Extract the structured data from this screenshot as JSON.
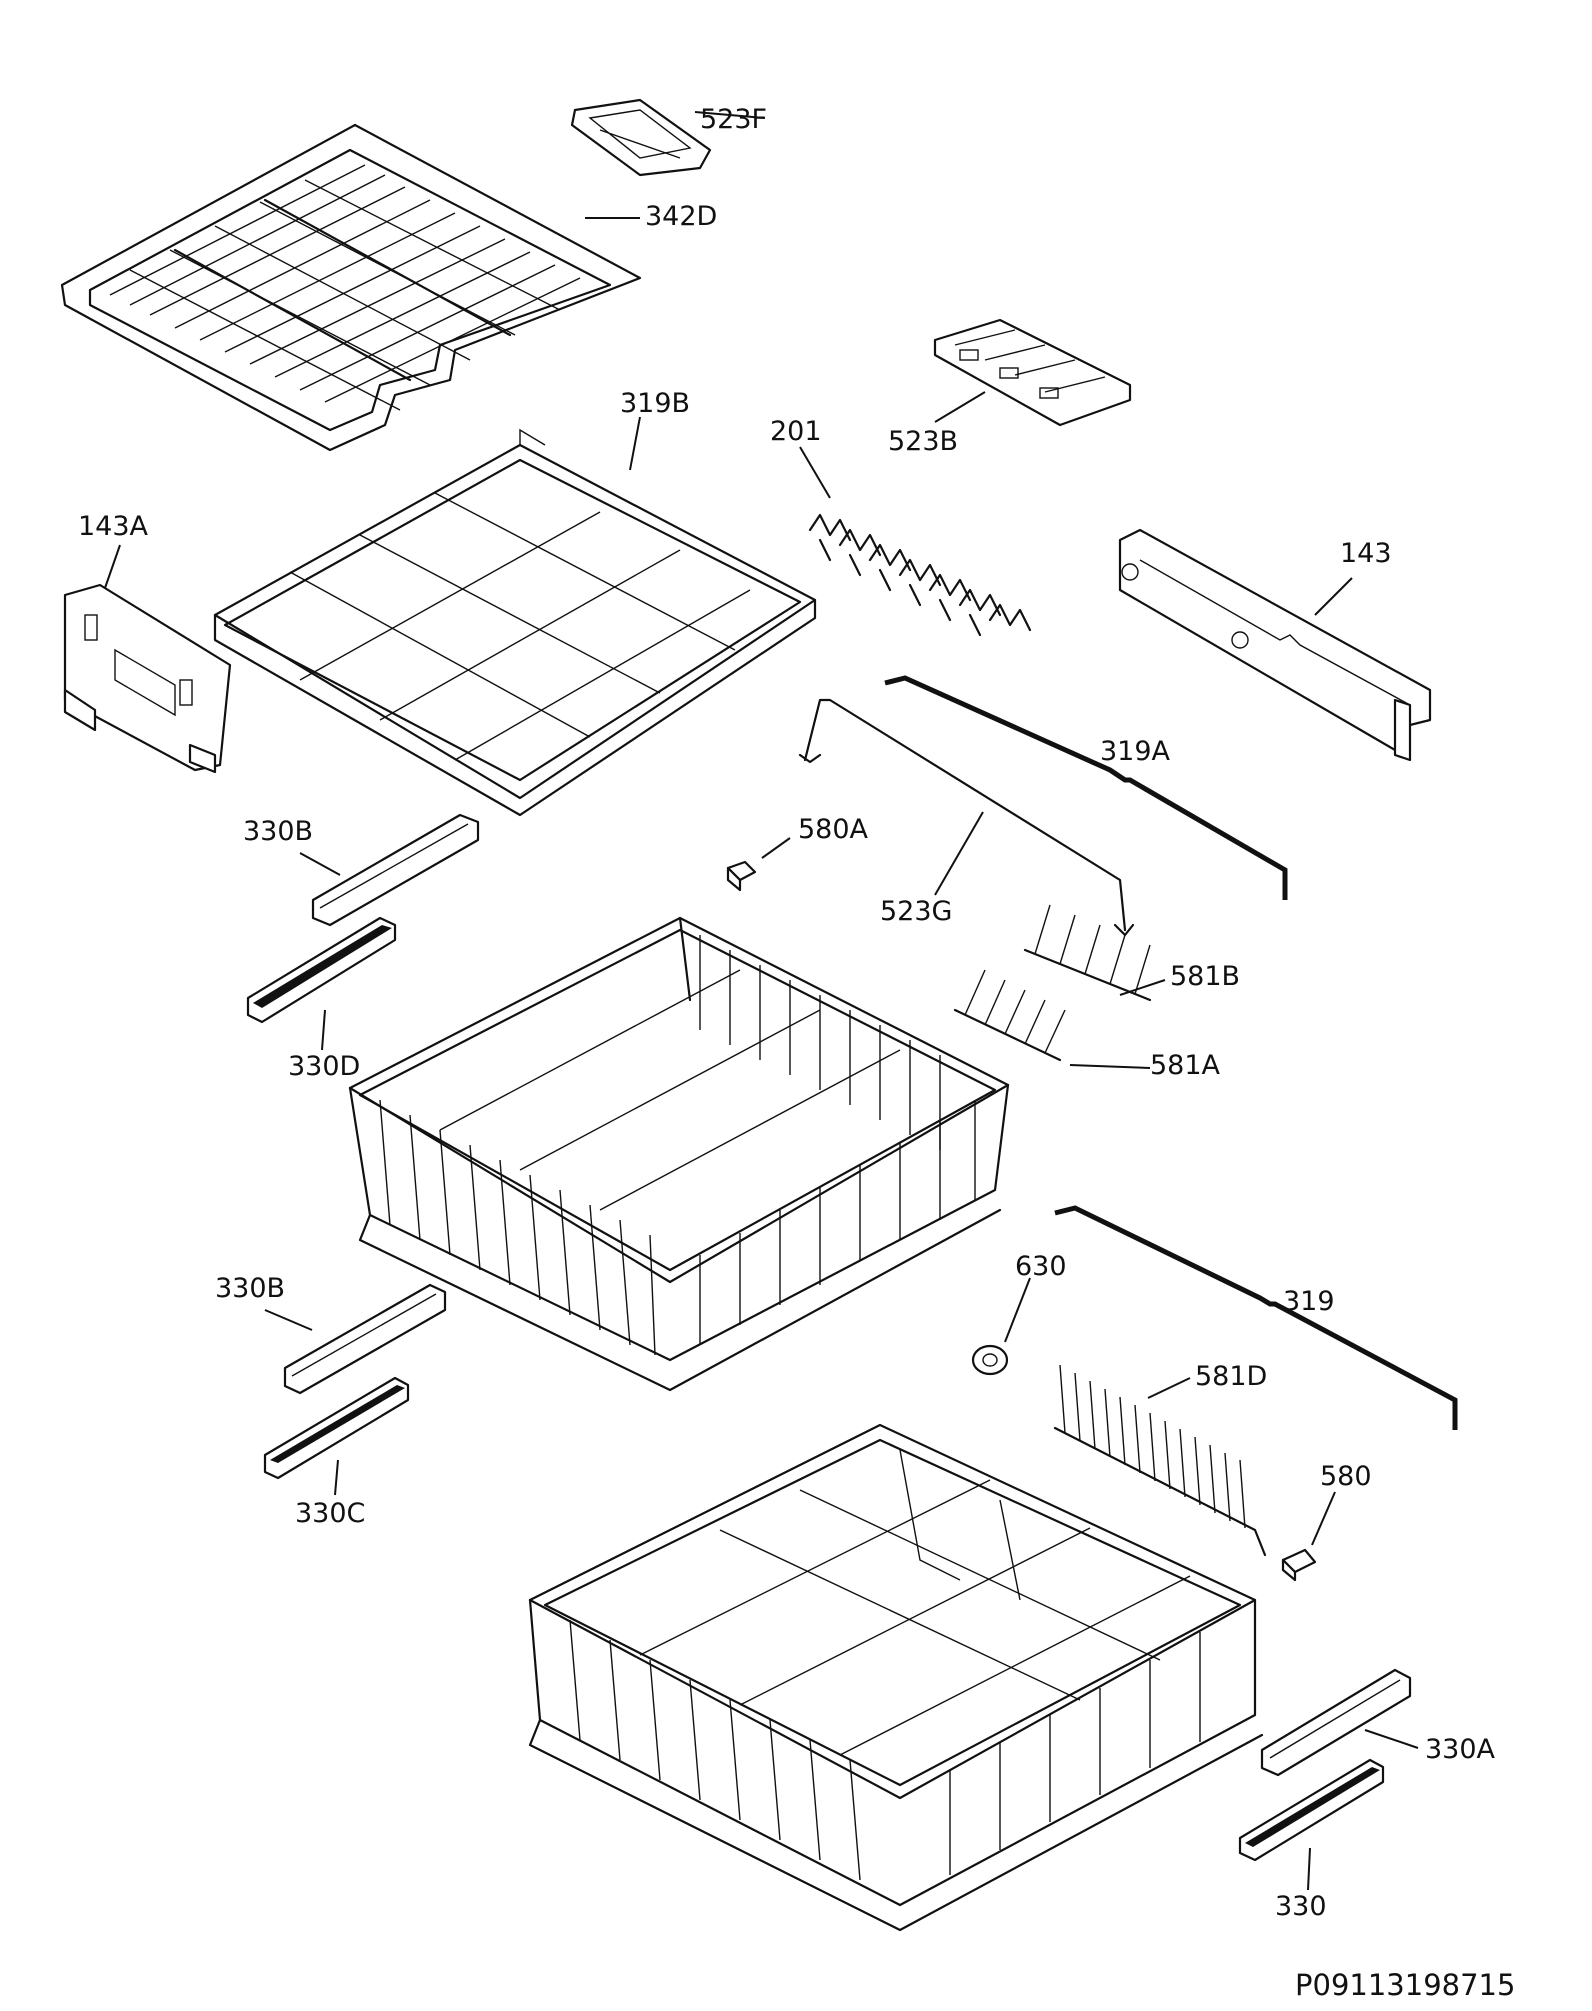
{
  "diagram": {
    "part_labels": {
      "p523F": "523F",
      "p342D": "342D",
      "p319B": "319B",
      "p201": "201",
      "p523B": "523B",
      "p143A": "143A",
      "p143": "143",
      "p319A": "319A",
      "p330B_top": "330B",
      "p580A": "580A",
      "p523G": "523G",
      "p581B": "581B",
      "p581A": "581A",
      "p330D": "330D",
      "p630": "630",
      "p319": "319",
      "p330B_bottom": "330B",
      "p581D": "581D",
      "p580": "580",
      "p330C": "330C",
      "p330A": "330A",
      "p330": "330"
    },
    "document_number": "P09113198715"
  }
}
